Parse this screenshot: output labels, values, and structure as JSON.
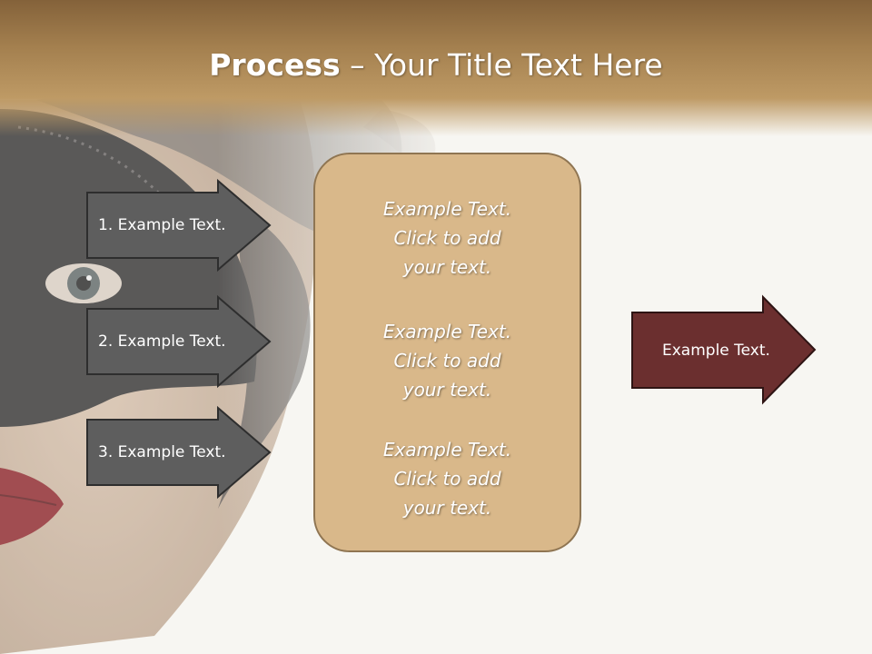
{
  "title": {
    "bold": "Process",
    "rest": " – Your Title Text Here"
  },
  "steps": [
    {
      "label": "1. Example Text."
    },
    {
      "label": "2. Example Text."
    },
    {
      "label": "3. Example Text."
    }
  ],
  "center_blocks": [
    {
      "line1": "Example Text.",
      "line2": "Click  to add",
      "line3": "your text."
    },
    {
      "line1": "Example Text.",
      "line2": "Click  to add",
      "line3": "your text."
    },
    {
      "line1": "Example Text.",
      "line2": "Click  to add",
      "line3": "your text."
    }
  ],
  "output": {
    "label": "Example Text."
  },
  "colors": {
    "step_arrow": "#5e5e5e",
    "output_arrow": "#6b2f2f",
    "center_box": "#d9b88a",
    "banner": "#a4804f"
  }
}
